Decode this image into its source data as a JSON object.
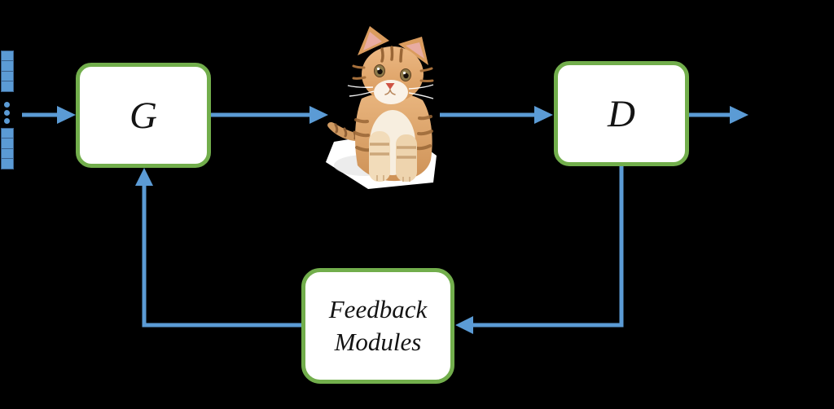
{
  "colors": {
    "canvas_bg": "#000000",
    "arrow": "#5B9BD5",
    "node_border": "#72AE4C",
    "node_fill": "#FFFFFF",
    "label": "#141414",
    "vector_cell_fill": "#5B9BD5",
    "vector_cell_border": "#3A618C",
    "vector_dot": "#5B9BD5"
  },
  "nodes": {
    "generator": {
      "label": "G"
    },
    "discriminator": {
      "label": "D"
    },
    "feedback": {
      "lines": [
        "Feedback",
        "Modules"
      ]
    },
    "latent_vector": {
      "top_cells": 4,
      "bottom_cells": 4,
      "ellipsis_dots": 3
    },
    "generated_image": {
      "icon": "kitten-image"
    }
  }
}
